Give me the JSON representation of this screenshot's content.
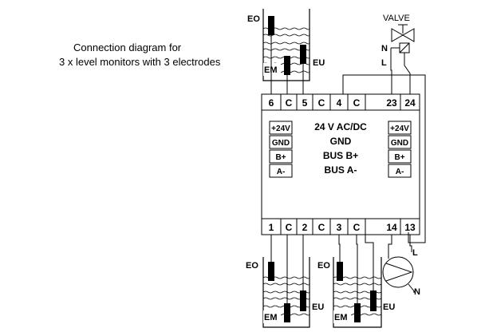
{
  "caption": {
    "line1": "Connection diagram for",
    "line2": "3 x level monitors with 3 electrodes"
  },
  "valve": {
    "label": "VALVE",
    "n_label": "N",
    "l_label": "L"
  },
  "top_terminals": [
    "6",
    "C",
    "5",
    "C",
    "4",
    "C",
    "23",
    "24"
  ],
  "bottom_terminals": [
    "1",
    "C",
    "2",
    "C",
    "3",
    "C",
    "14",
    "13"
  ],
  "module_text": {
    "supply": "24 V AC/DC",
    "gnd": "GND",
    "bus_b": "BUS B+",
    "bus_a": "BUS A-"
  },
  "side_labels": [
    "+24V",
    "GND",
    "B+",
    "A-"
  ],
  "electrodes": {
    "eo": "EO",
    "em": "EM",
    "eu": "EU"
  },
  "pump": {
    "l_label": "L",
    "n_label": "N"
  }
}
